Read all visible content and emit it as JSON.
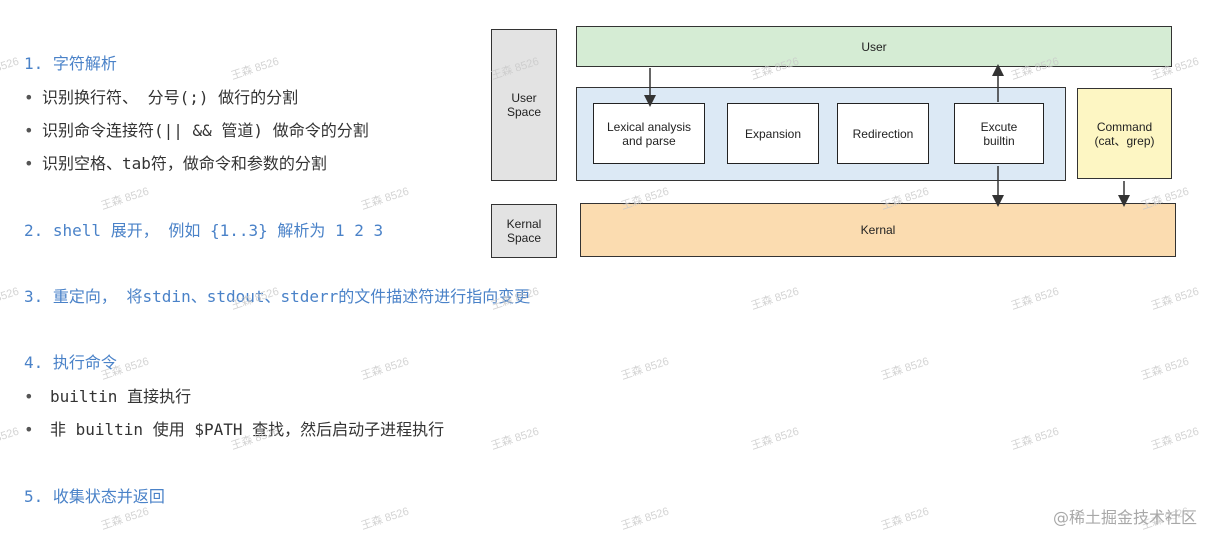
{
  "notes": {
    "h1": "1. 字符解析",
    "b1": "识别换行符、 分号(;) 做行的分割",
    "b2": "识别命令连接符(|| && 管道) 做命令的分割",
    "b3": "识别空格、tab符，做命令和参数的分割",
    "h2": "2. shell 展开， 例如 {1..3} 解析为  1 2 3",
    "h3": "3. 重定向，  将stdin、stdout、stderr的文件描述符进行指向变更",
    "h4": "4. 执行命令",
    "b4": "builtin 直接执行",
    "b5": "非 builtin 使用 $PATH 查找，然后启动子进程执行",
    "h5": "5. 收集状态并返回",
    "bullet_glyph": "•"
  },
  "diagram": {
    "user_space": "User\nSpace",
    "kernal_space": "Kernal\nSpace",
    "user": "User",
    "lexical": "Lexical analysis\nand parse",
    "expansion": "Expansion",
    "redirection": "Redirection",
    "excute": "Excute\nbuiltin",
    "command": "Command\n(cat、grep)",
    "kernal": "Kernal",
    "colors": {
      "user_fill": "#d5ecd4",
      "shell_fill": "#dce9f5",
      "command_fill": "#fdf6c3",
      "kernal_fill": "#fbdcb0",
      "space_fill": "#e3e3e3"
    }
  },
  "watermark": "王森 8526",
  "credit": "@稀土掘金技术社区"
}
